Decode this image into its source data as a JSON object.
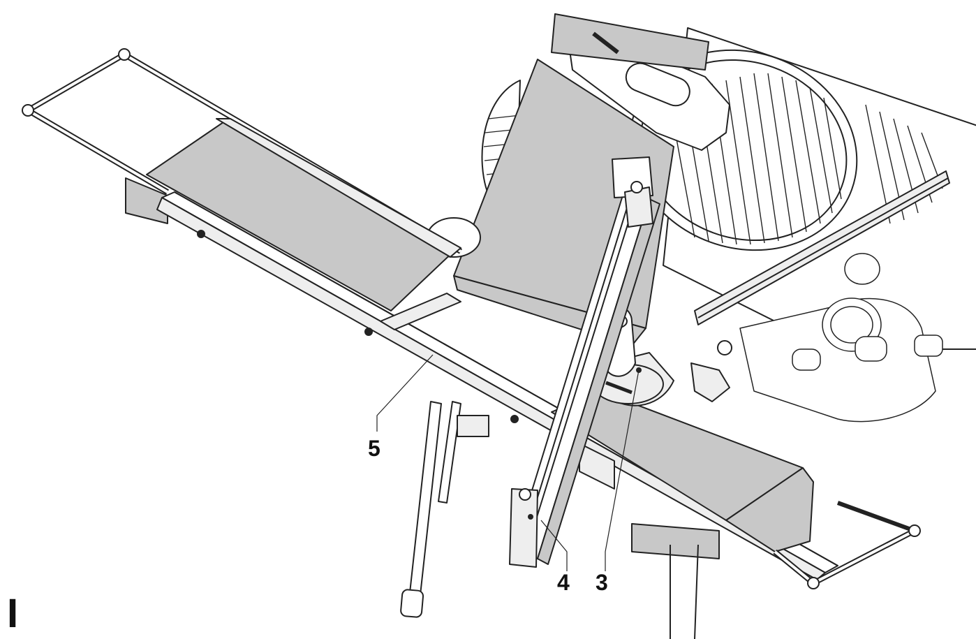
{
  "figure": {
    "letter": "I",
    "callouts": [
      {
        "id": "5",
        "label": "5"
      },
      {
        "id": "4",
        "label": "4"
      },
      {
        "id": "3",
        "label": "3"
      }
    ]
  },
  "colors": {
    "outline": "#222222",
    "panel_fill": "#c8c8c8",
    "light_fill": "#eeeeee",
    "white": "#ffffff"
  }
}
